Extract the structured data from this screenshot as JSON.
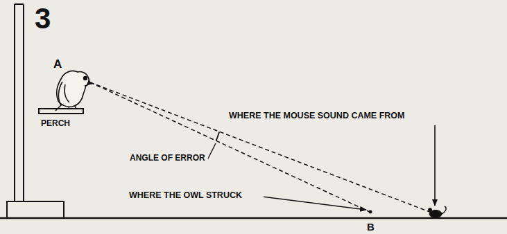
{
  "diagram": {
    "labels": [
      "3",
      "A",
      "PERCH",
      "WHERE THE MOUSE SOUND CAME FROM",
      "ANGLE OF ERROR",
      "WHERE THE OWL STRUCK",
      "B"
    ]
  }
}
